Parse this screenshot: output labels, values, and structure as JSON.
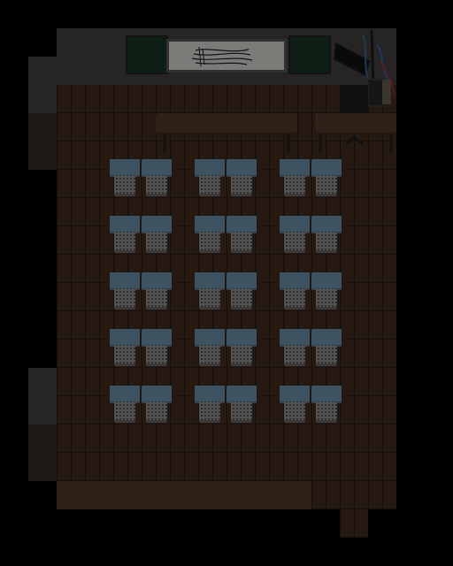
{
  "scene": {
    "type": "top-down classroom map",
    "rows": 5,
    "desk_groups_per_row": 3,
    "desks_per_group": 2
  },
  "colors": {
    "floor": "#3a271d",
    "wall": "#3c3936",
    "desk": "#5f8095",
    "chair": "#7f7f7f",
    "blackboard_green": "#15301f",
    "whiteboard": "#bdbdb8"
  },
  "icons": {
    "whiteboard_scribble": "scribble-icon",
    "wall_tv": "tv-icon",
    "cables": "cable-icon"
  }
}
